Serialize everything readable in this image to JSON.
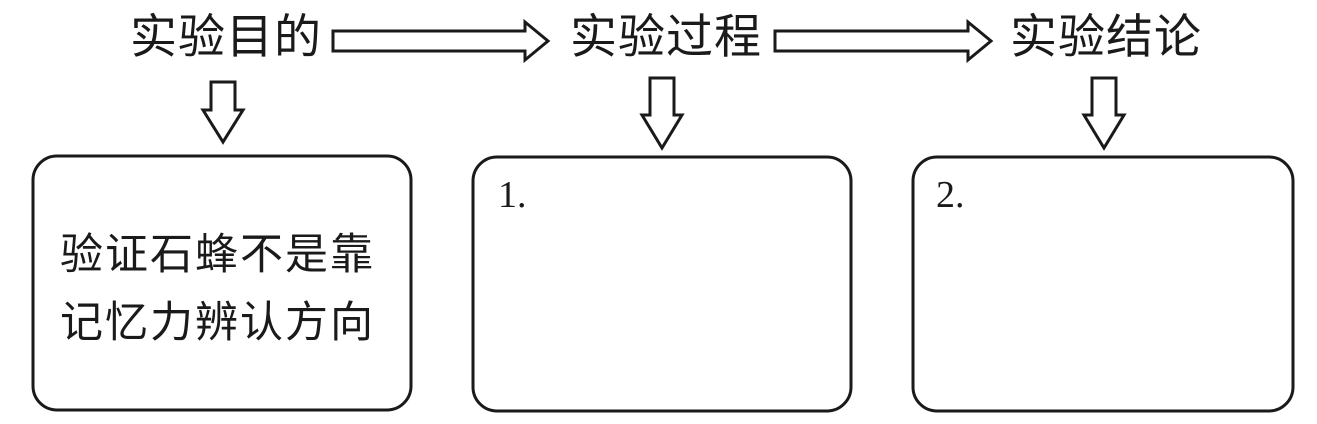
{
  "steps": [
    {
      "heading": "实验目的",
      "box_lines": [
        "验证石蜂不是靠",
        "记忆力辨认方向"
      ],
      "box_number": ""
    },
    {
      "heading": "实验过程",
      "box_lines": [],
      "box_number": "1."
    },
    {
      "heading": "实验结论",
      "box_lines": [],
      "box_number": "2."
    }
  ],
  "colors": {
    "stroke": "#1a1a1a",
    "text": "#1a1a1a",
    "background": "#ffffff"
  }
}
